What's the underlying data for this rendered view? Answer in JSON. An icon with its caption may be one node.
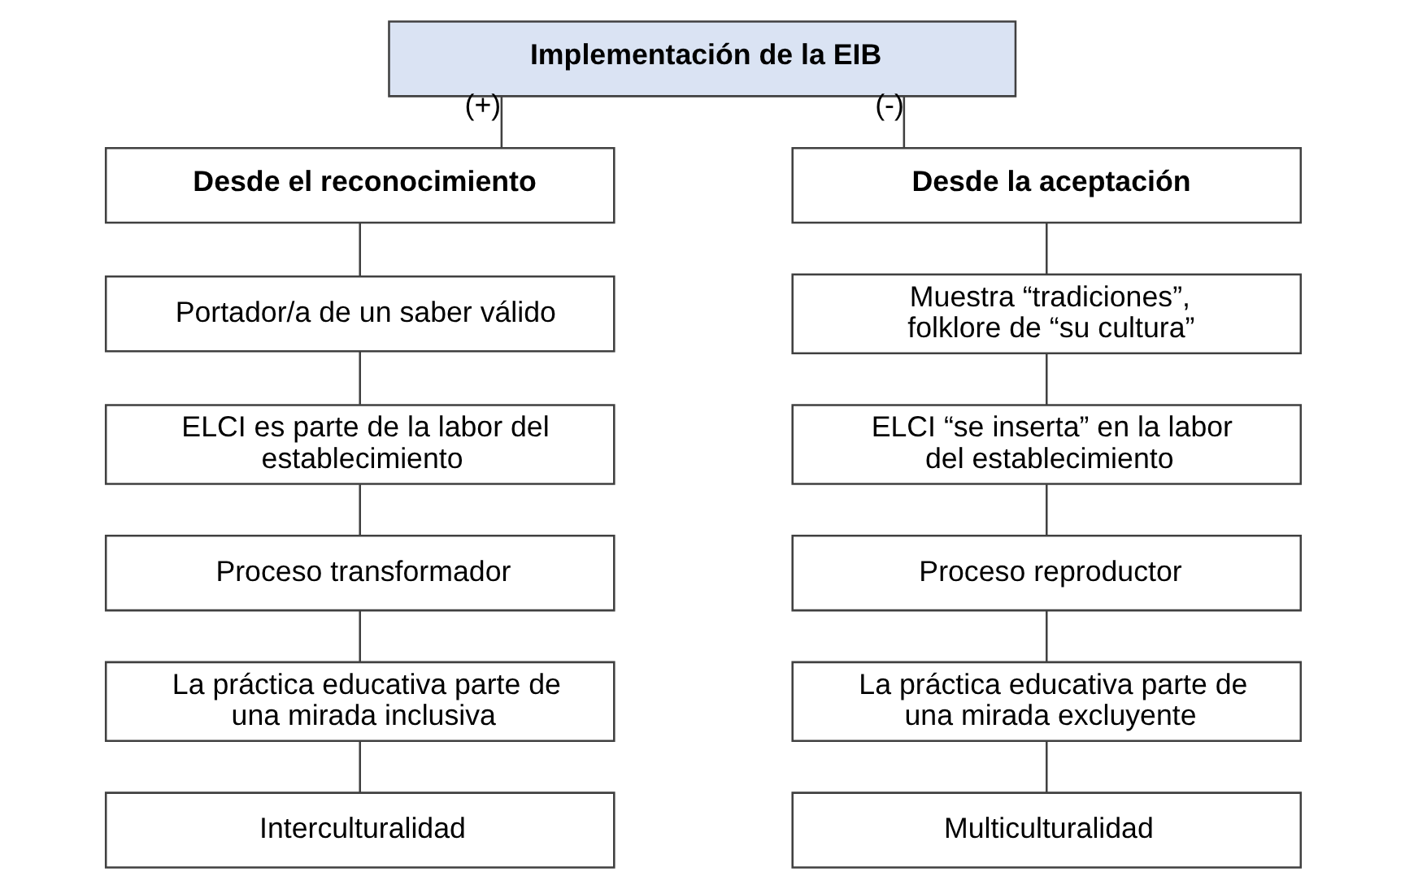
{
  "diagram": {
    "nodes": [
      {
        "text": [
          "Implementación de la EIB"
        ]
      },
      {
        "text": [
          "Desde el reconocimiento"
        ]
      },
      {
        "text": [
          "Portador/a de un saber válido"
        ]
      },
      {
        "text": [
          "ELCI es parte de la labor del establecimiento"
        ]
      },
      {
        "text": [
          "Proceso transformador"
        ]
      },
      {
        "text": [
          "La práctica educativa parte de una mirada inclusiva"
        ]
      },
      {
        "text": [
          "Interculturalidad"
        ]
      },
      {
        "text": [
          "Desde la aceptación"
        ]
      },
      {
        "text": [
          "Muestra “tradiciones”, folklore de “su cultura”"
        ]
      },
      {
        "text": [
          "ELCI “se inserta” en la labor del establecimiento"
        ]
      },
      {
        "text": [
          "Proceso reproductor"
        ]
      },
      {
        "text": [
          "La práctica educativa parte de una mirada excluyente"
        ]
      },
      {
        "text": [
          "Multiculturalidad"
        ]
      }
    ],
    "edges": [
      {
        "from": 0,
        "to": 1,
        "arrow": "none",
        "label": "(+)"
      },
      {
        "from": 0,
        "to": 7,
        "arrow": "none",
        "label": "(-)"
      },
      {
        "from": 1,
        "to": 2,
        "arrow": "none"
      },
      {
        "from": 2,
        "to": 3,
        "arrow": "none"
      },
      {
        "from": 3,
        "to": 4,
        "arrow": "none"
      },
      {
        "from": 4,
        "to": 5,
        "arrow": "none"
      },
      {
        "from": 5,
        "to": 6,
        "arrow": "none"
      },
      {
        "from": 7,
        "to": 8,
        "arrow": "none"
      },
      {
        "from": 8,
        "to": 9,
        "arrow": "none"
      },
      {
        "from": 9,
        "to": 10,
        "arrow": "none"
      },
      {
        "from": 10,
        "to": 11,
        "arrow": "none"
      },
      {
        "from": 11,
        "to": 12,
        "arrow": "none"
      }
    ]
  }
}
